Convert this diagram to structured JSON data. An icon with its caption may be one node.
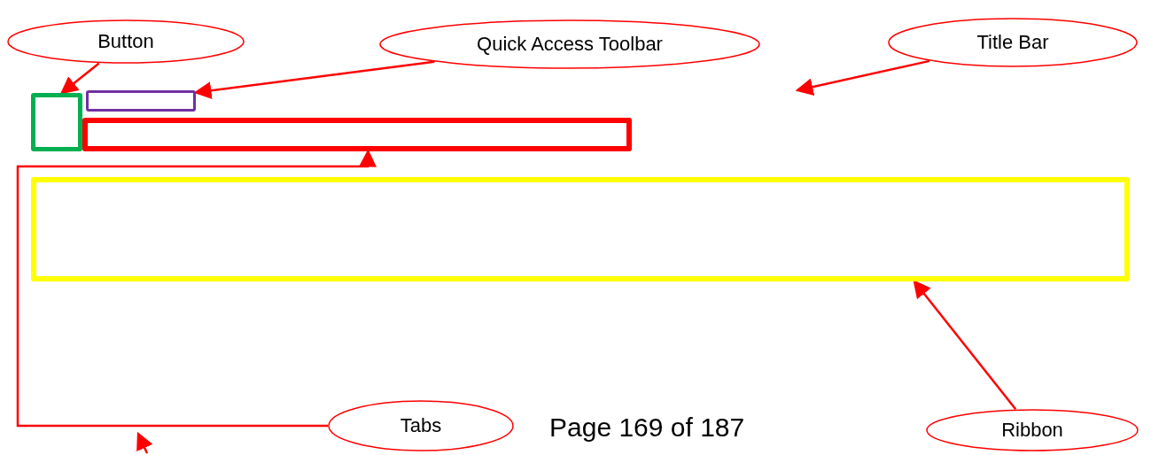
{
  "diagram": {
    "nodes": [
      {
        "text": [
          "Button"
        ]
      },
      {
        "text": [
          "Quick Access Toolbar"
        ]
      },
      {
        "text": [
          "Title Bar"
        ]
      },
      {
        "text": [],
        "shape": "box"
      },
      {
        "text": [],
        "shape": "box"
      },
      {
        "text": [],
        "shape": "box"
      },
      {
        "text": [],
        "shape": "box"
      },
      {
        "text": [
          "Tabs"
        ]
      },
      {
        "text": [
          "Ribbon"
        ]
      }
    ],
    "edges": [
      {
        "from": 0,
        "to": 3,
        "arrow": "to"
      },
      {
        "from": 1,
        "to": 4,
        "arrow": "to"
      },
      {
        "from": 2,
        "to": null,
        "arrow": "to"
      },
      {
        "from": 7,
        "to": 5,
        "arrow": "to"
      },
      {
        "from": 8,
        "to": 6,
        "arrow": "to"
      }
    ],
    "labels": [
      "Page 169 of 187"
    ]
  }
}
